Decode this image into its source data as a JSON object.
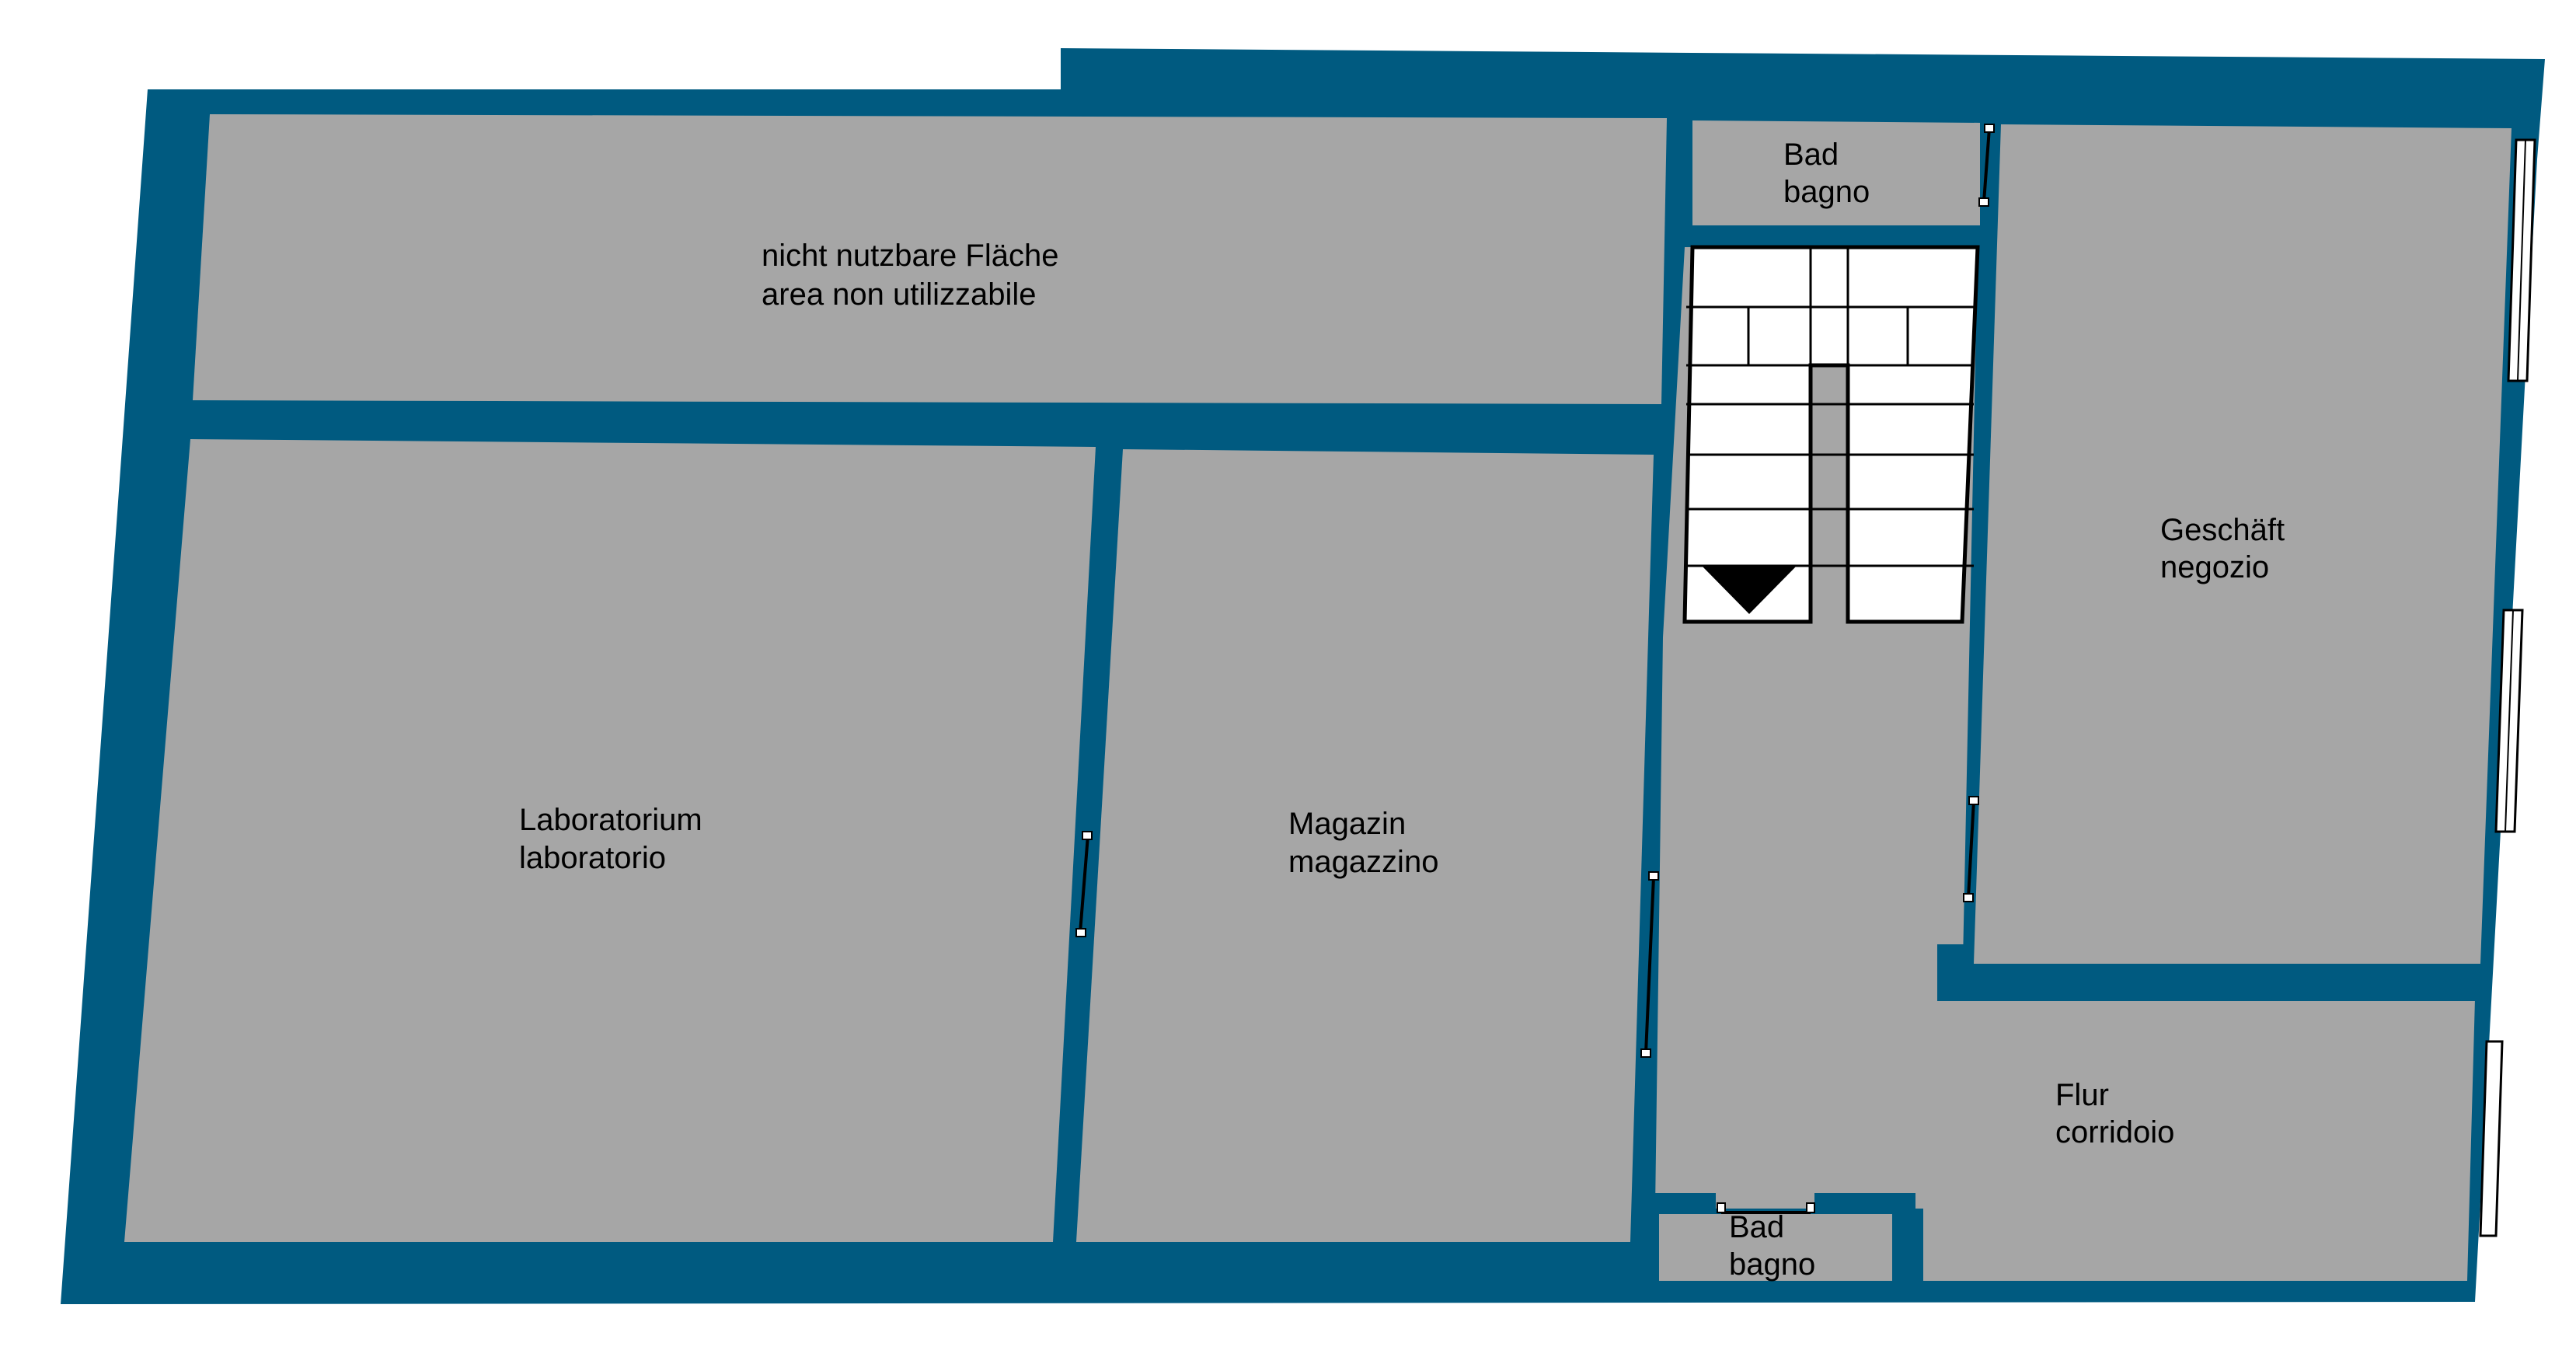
{
  "colors": {
    "wall": "#005a80",
    "floor": "#a6a6a6",
    "background": "#ffffff",
    "stair": "#ffffff",
    "line": "#000000"
  },
  "rooms": {
    "unusable": {
      "de": "nicht nutzbare Fläche",
      "it": "area non utilizzabile"
    },
    "bath_top": {
      "de": "Bad",
      "it": "bagno"
    },
    "lab": {
      "de": "Laboratorium",
      "it": "laboratorio"
    },
    "storage": {
      "de": "Magazin",
      "it": "magazzino"
    },
    "shop": {
      "de": "Geschäft",
      "it": "negozio"
    },
    "hall": {
      "de": "Flur",
      "it": "corridoio"
    },
    "bath_bottom": {
      "de": "Bad",
      "it": "bagno"
    }
  },
  "icons": {
    "stairs": "staircase-icon",
    "stair_direction": "down-arrow-icon"
  }
}
